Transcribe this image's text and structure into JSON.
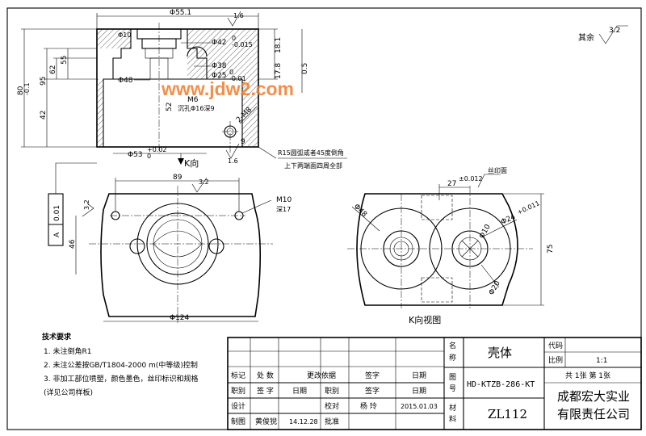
{
  "watermark": "www.jdw2.com",
  "top_view": {
    "phi551": "Φ55.1",
    "phi10": "Φ10",
    "phi42": "Φ42",
    "phi42_tol_up": "0",
    "phi42_tol_low": "-0.015",
    "phi38": "Φ38",
    "phi25": "Φ25",
    "phi25_tol_up": "0",
    "phi25_tol_low": "-0.01",
    "phi48": "Φ48",
    "m6": "M6",
    "m6_note": "沉孔Φ16深9",
    "dim_52": "52",
    "dim_2m8": "2-M8",
    "phi53": "Φ53",
    "phi53_tol_up": "+0.02",
    "phi53_tol_low": "0",
    "rough_16a": "1.6",
    "rough_16b": "1.6",
    "dim_181": "18.1",
    "dim_05": "0.5",
    "dim_178": "17.8",
    "dim_9": "9",
    "r15_note": "R15圆弧或者45度倒角",
    "r15_note2": "上下两端面四周全部",
    "left_dims": [
      "80",
      "95",
      "62",
      "55",
      "42"
    ],
    "dim_80_tol": "-0.1",
    "k_label": "K向"
  },
  "general_roughness": {
    "label": "其余",
    "value": "3.2"
  },
  "bottom_left_view": {
    "dim_89": "89",
    "rough_32_top": "3.2",
    "rough_32_left": "3.2",
    "m10": "M10",
    "m10_note": "深17",
    "dim_46": "46",
    "phi124": "Φ124",
    "tol_value": "0.01",
    "tol_datum": "A"
  },
  "k_view": {
    "dim_27": "27",
    "dim_27_tol": "±0.012",
    "silk_label": "丝印面",
    "phi48": "Φ48",
    "phi10": "Φ10",
    "phi24": "Φ24",
    "phi24_tol": "+0.011",
    "phi20": "Φ20",
    "dim_75": "75",
    "caption": "K向视图"
  },
  "tech_req": {
    "heading": "技术要求",
    "items": [
      "1. 未注倒角R1",
      "2. 未注公差按GB/T1804-2000 m(中等级)控制",
      "3. 非加工部位喷塑，颜色墨色，丝印标识和规格",
      "(详见公司样板)"
    ]
  },
  "title_block": {
    "name_label": "名称",
    "part_name": "壳体",
    "code_label": "代码",
    "scale_label": "比例",
    "scale_value": "1:1",
    "sheet_info": "共 1张  第 1张",
    "drawing_no_label": "图号",
    "drawing_no": "HD-KTZB-286-KT",
    "material_label": "材料",
    "material": "ZL112",
    "company_line1": "成都宏大实业",
    "company_line2": "有限责任公司",
    "row1": [
      "标记",
      "处 数",
      "更改依据",
      "签字",
      "日期"
    ],
    "row2": [
      "职别",
      "签 字",
      "日期",
      "职别",
      "签字",
      "日期"
    ],
    "design_label": "设计",
    "check_label": "校对",
    "checker": "杨 玲",
    "check_date": "2015.01.03",
    "drafter_label": "制图",
    "drafter": "黄俊猊",
    "draft_date": "14.12.28",
    "approve_label": "批准"
  }
}
